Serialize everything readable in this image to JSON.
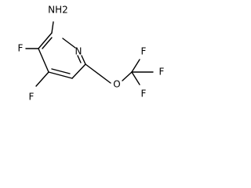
{
  "molecule": {
    "atoms": {
      "nh2": "NH2",
      "ring_n": "N",
      "f_upper": "F",
      "f_lower": "F",
      "o": "O",
      "cf3_f_top": "F",
      "cf3_f_right": "F",
      "cf3_f_bottom": "F"
    }
  }
}
